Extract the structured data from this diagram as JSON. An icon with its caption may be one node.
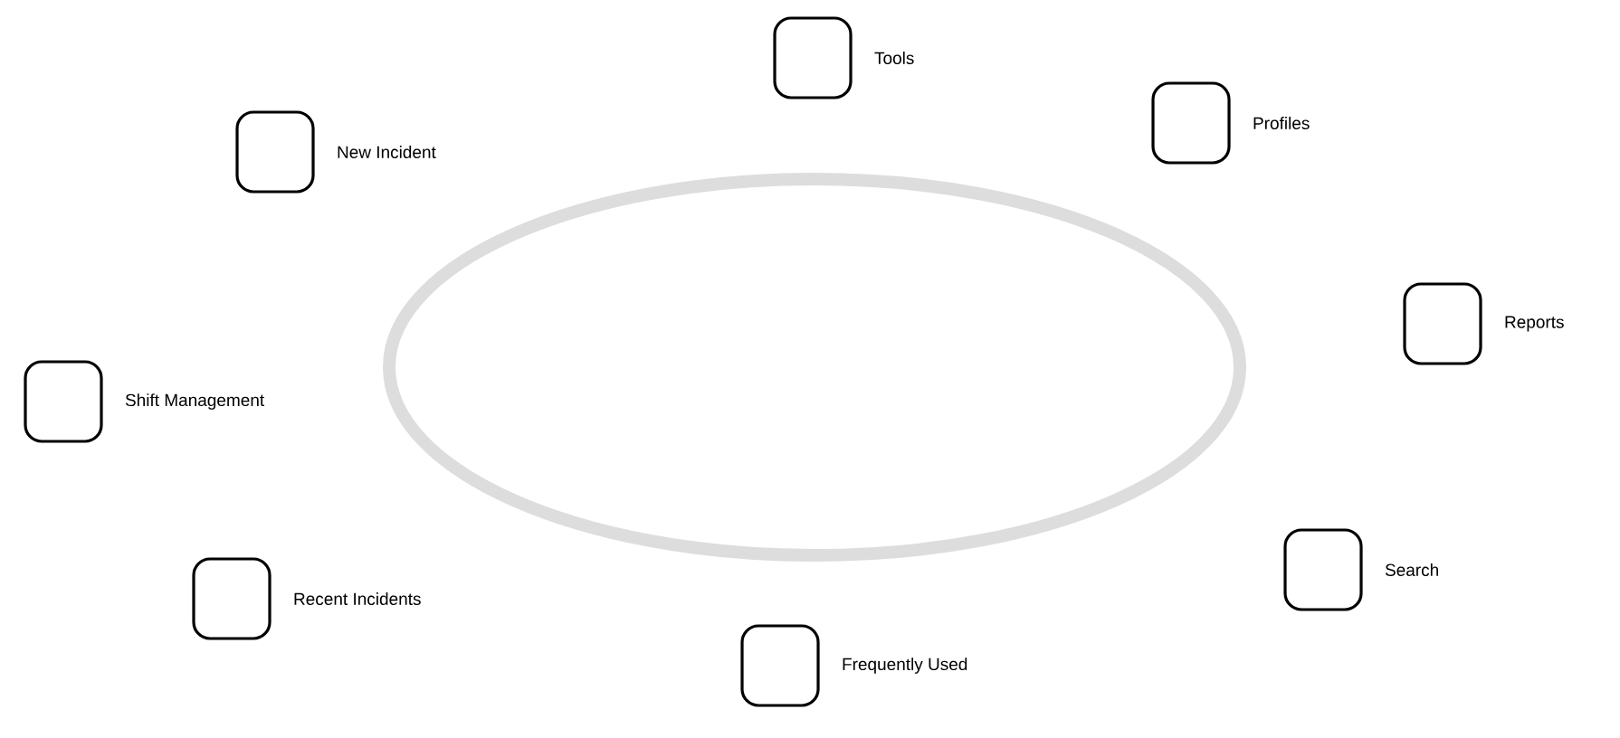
{
  "diagram": {
    "nodes": [
      {
        "text": [],
        "shape": "box",
        "beside": [
          "Tools"
        ]
      },
      {
        "text": [],
        "shape": "box",
        "beside": [
          "Profiles"
        ]
      },
      {
        "text": [],
        "shape": "box",
        "beside": [
          "New Incident"
        ]
      },
      {
        "text": [],
        "shape": "box",
        "beside": [
          "Reports"
        ]
      },
      {
        "text": [],
        "shape": "box",
        "beside": [
          "Shift Management"
        ]
      },
      {
        "text": [],
        "shape": "box",
        "beside": [
          "Search"
        ]
      },
      {
        "text": [],
        "shape": "box",
        "beside": [
          "Recent Incidents"
        ]
      },
      {
        "text": [],
        "shape": "box",
        "beside": [
          "Frequently Used"
        ]
      }
    ]
  }
}
